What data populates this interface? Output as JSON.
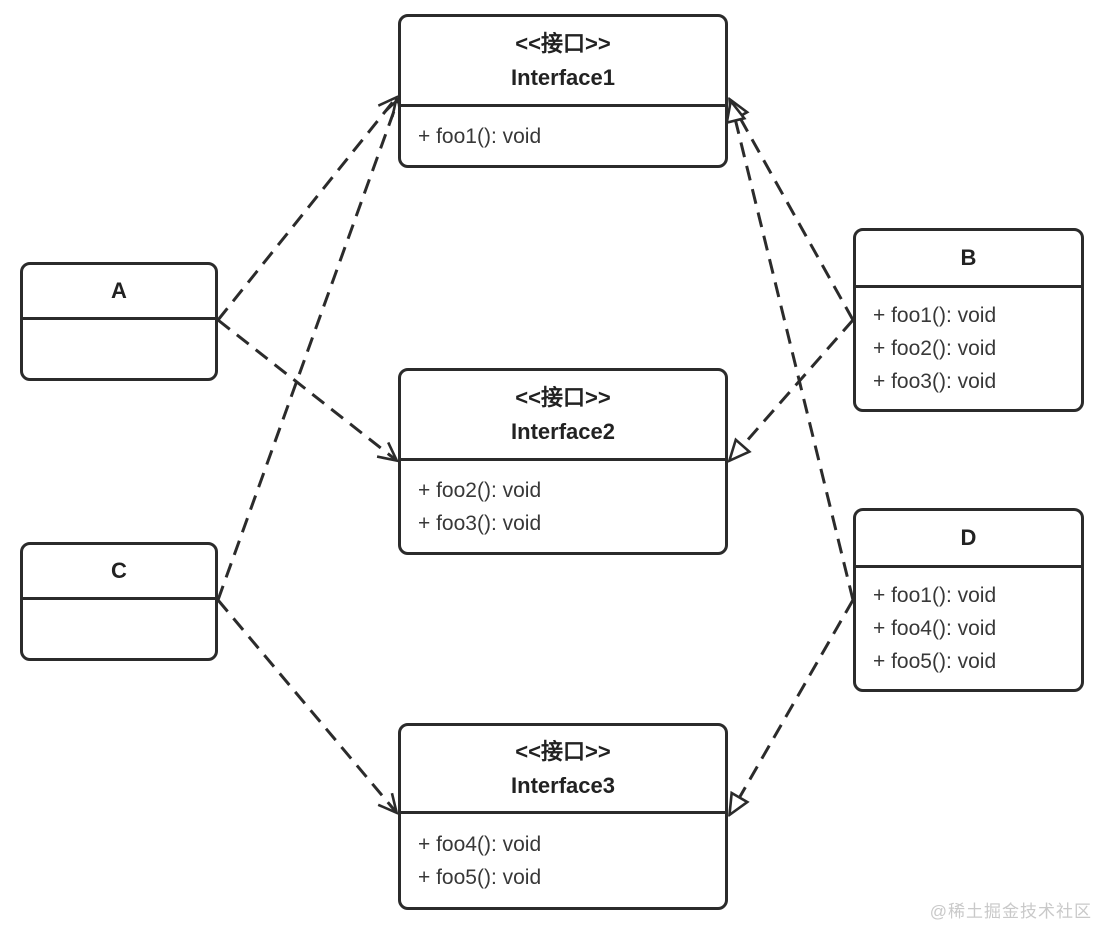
{
  "diagram": {
    "kind": "uml-class-diagram",
    "language": "zh-CN/en",
    "colors": {
      "stroke": "#2b2b2b",
      "title_text": "#222222",
      "method_text": "#383838",
      "background": "#ffffff",
      "watermark_text": "#c9c9c9"
    },
    "nodes": {
      "interface1": {
        "stereotype": "<<接口>>",
        "name": "Interface1",
        "methods": [
          "+ foo1(): void"
        ]
      },
      "interface2": {
        "stereotype": "<<接口>>",
        "name": "Interface2",
        "methods": [
          "+ foo2(): void",
          "+ foo3(): void"
        ]
      },
      "interface3": {
        "stereotype": "<<接口>>",
        "name": "Interface3",
        "methods": [
          "+ foo4(): void",
          "+ foo5(): void"
        ]
      },
      "classA": {
        "name": "A",
        "methods": []
      },
      "classB": {
        "name": "B",
        "methods": [
          "+ foo1(): void",
          "+ foo2(): void",
          "+ foo3(): void"
        ]
      },
      "classC": {
        "name": "C",
        "methods": []
      },
      "classD": {
        "name": "D",
        "methods": [
          "+ foo1(): void",
          "+ foo4(): void",
          "+ foo5(): void"
        ]
      }
    },
    "edges": [
      {
        "from": "A",
        "to": "Interface1",
        "type": "realization",
        "style": "dashed-open-arrow"
      },
      {
        "from": "A",
        "to": "Interface2",
        "type": "realization",
        "style": "dashed-open-arrow"
      },
      {
        "from": "C",
        "to": "Interface1",
        "type": "realization",
        "style": "dashed-open-arrow"
      },
      {
        "from": "C",
        "to": "Interface3",
        "type": "realization",
        "style": "dashed-open-arrow"
      },
      {
        "from": "B",
        "to": "Interface1",
        "type": "realization",
        "style": "dashed-hollow-triangle"
      },
      {
        "from": "B",
        "to": "Interface2",
        "type": "realization",
        "style": "dashed-hollow-triangle"
      },
      {
        "from": "D",
        "to": "Interface1",
        "type": "realization",
        "style": "dashed-hollow-triangle"
      },
      {
        "from": "D",
        "to": "Interface3",
        "type": "realization",
        "style": "dashed-hollow-triangle"
      }
    ],
    "watermark": "@稀土掘金技术社区"
  }
}
